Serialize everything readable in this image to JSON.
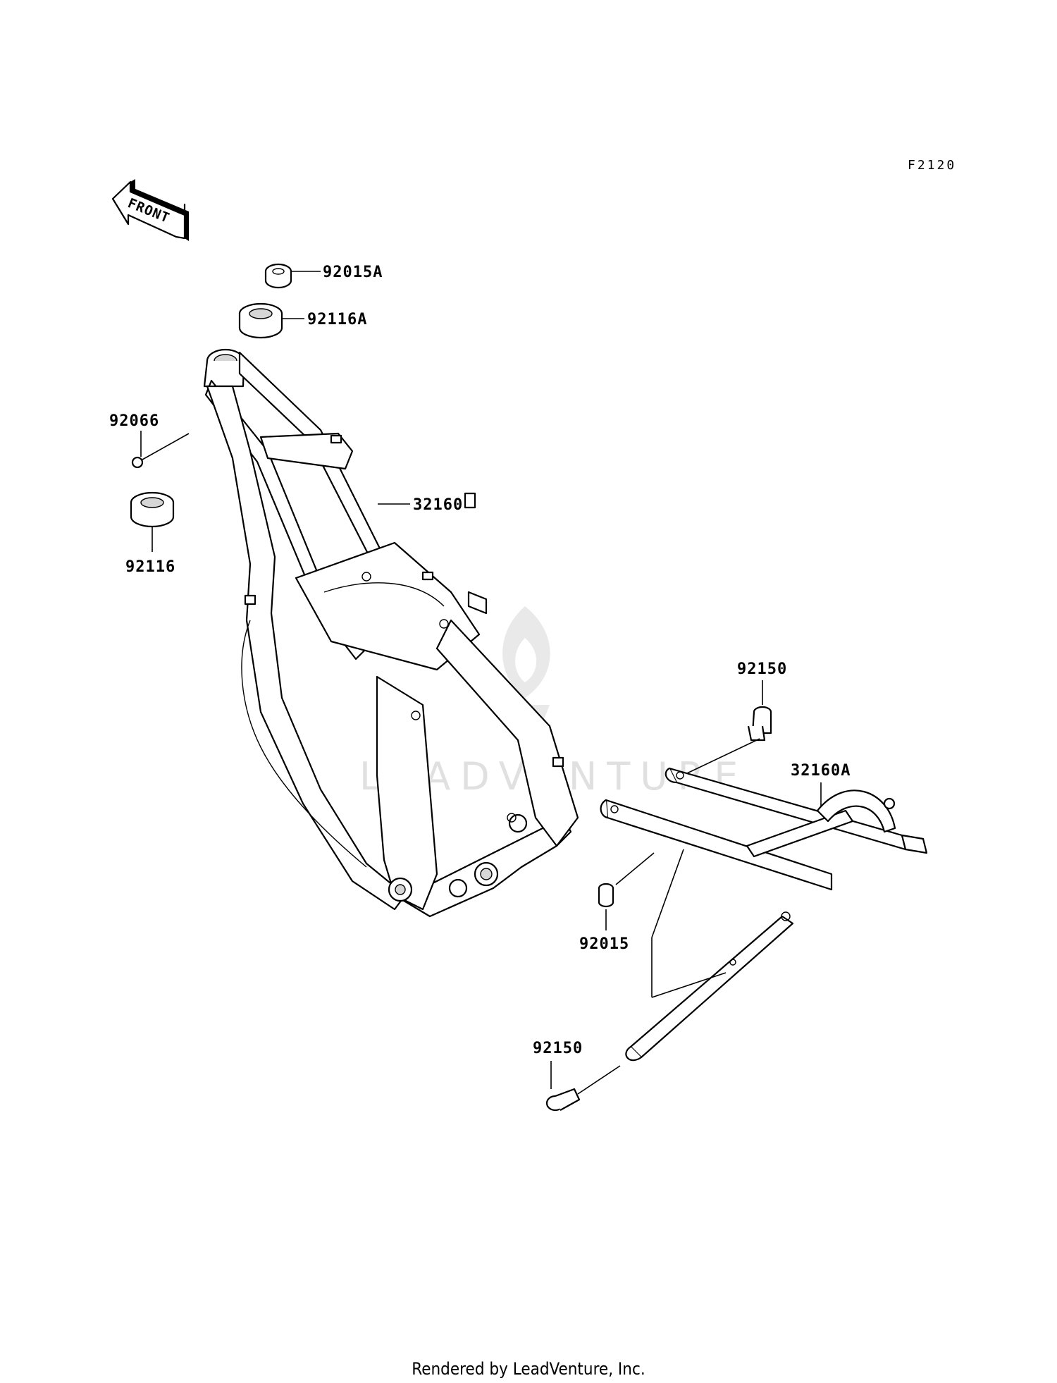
{
  "figure_code": "F2120",
  "front_label": "FRONT",
  "watermark": "LEADVENTURE",
  "footer": "Rendered by LeadVenture, Inc.",
  "callouts": {
    "p92015A": "92015A",
    "p92116A": "92116A",
    "p92066": "92066",
    "p92116": "92116",
    "p32160": "32160",
    "p92150_top": "92150",
    "p32160A": "32160A",
    "p92015": "92015",
    "p92150_bottom": "92150"
  }
}
